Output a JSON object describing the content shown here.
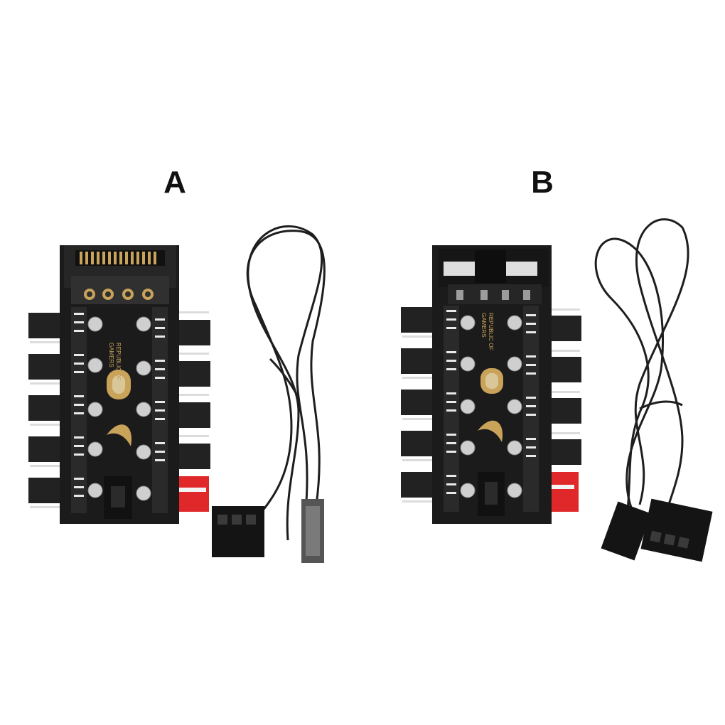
{
  "variants": [
    {
      "label": "A",
      "board_print": [
        "REPUBLIC OF",
        "GAMERS"
      ],
      "connector": "SATA"
    },
    {
      "label": "B",
      "board_print": [
        "REPUBLIC OF",
        "GAMERS"
      ],
      "connector": "Molex"
    }
  ],
  "colors": {
    "board": "#1b1b1b",
    "pcb_gold": "#c9a35a",
    "fan_header": "#2a2a2a",
    "red_header": "#e0282b",
    "cable": "#1e1e1e",
    "capacitor": "#cfcfcf"
  }
}
